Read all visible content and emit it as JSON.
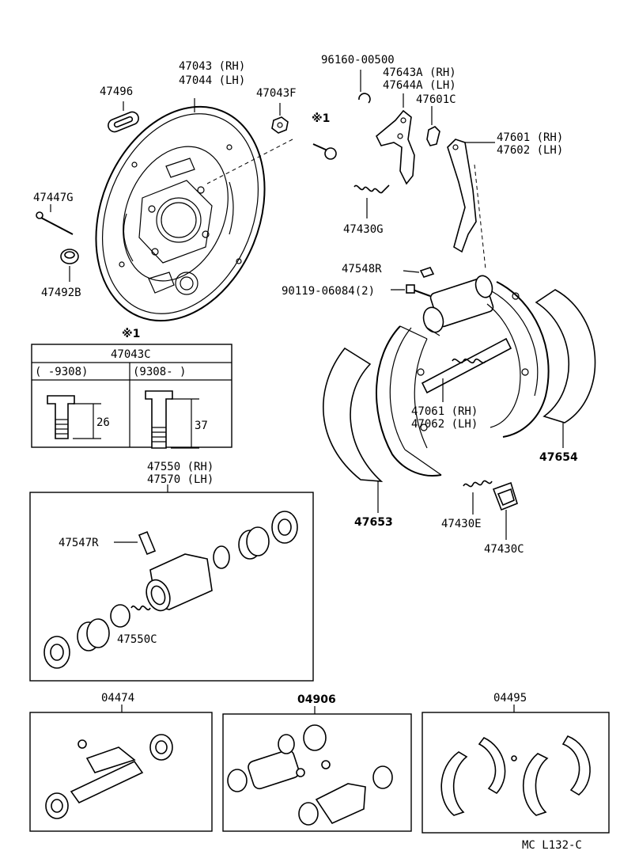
{
  "labels": {
    "p47043": "47043 (RH)",
    "p47044": "47044 (LH)",
    "p47496": "47496",
    "p47043F": "47043F",
    "ref1": "※1",
    "p47447G": "47447G",
    "p47492B": "47492B",
    "p96160": "96160-00500",
    "p47643A": "47643A (RH)",
    "p47644A": "47644A (LH)",
    "p47601C": "47601C",
    "p47601": "47601 (RH)",
    "p47602": "47602 (LH)",
    "p47430G": "47430G",
    "p47548R": "47548R",
    "p90119": "90119-06084(2)",
    "p47061": "47061 (RH)",
    "p47062": "47062 (LH)",
    "p47654": "47654",
    "p47653": "47653",
    "p47430E": "47430E",
    "p47430C": "47430C",
    "p47550": "47550 (RH)",
    "p47570": "47570 (LH)",
    "p47547R": "47547R",
    "p47550C": "47550C",
    "p04474": "04474",
    "p04906": "04906",
    "p04495": "04495",
    "footer": "MC  L132-C"
  },
  "table": {
    "ref": "※1",
    "part": "47043C",
    "col1_header": "(      -9308)",
    "col2_header": "(9308-        )",
    "col1_dim": "26",
    "col2_dim": "37"
  }
}
